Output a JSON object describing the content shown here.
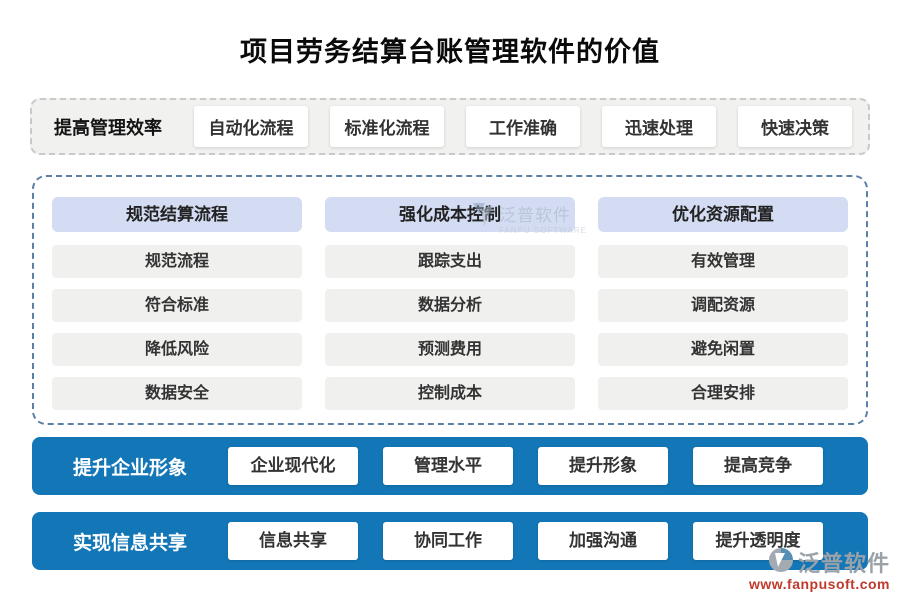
{
  "title": "项目劳务结算台账管理软件的价值",
  "efficiency_row": {
    "label": "提高管理效率",
    "items": [
      "自动化流程",
      "标准化流程",
      "工作准确",
      "迅速处理",
      "快速决策"
    ]
  },
  "columns": [
    {
      "header": "规范结算流程",
      "items": [
        "规范流程",
        "符合标准",
        "降低风险",
        "数据安全"
      ]
    },
    {
      "header": "强化成本控制",
      "items": [
        "跟踪支出",
        "数据分析",
        "预测费用",
        "控制成本"
      ]
    },
    {
      "header": "优化资源配置",
      "items": [
        "有效管理",
        "调配资源",
        "避免闲置",
        "合理安排"
      ]
    }
  ],
  "image_row": {
    "label": "提升企业形象",
    "items": [
      "企业现代化",
      "管理水平",
      "提升形象",
      "提高竞争"
    ]
  },
  "share_row": {
    "label": "实现信息共享",
    "items": [
      "信息共享",
      "协同工作",
      "加强沟通",
      "提升透明度"
    ]
  },
  "watermark_center": {
    "brand": "泛普软件",
    "brand_en": "FANPU SOFTWARE"
  },
  "watermark_corner": {
    "brand": "泛普软件",
    "url": "www.fanpusoft.com"
  },
  "colors": {
    "bar_blue": "#1377b7",
    "header_pill_blue": "#d3dcf2",
    "item_gray": "#f0f0ef",
    "row_gray_bg": "#f1f1f0",
    "dashed_border_blue": "#5b7fa6",
    "dashed_border_gray": "#c9c9c9",
    "url_red": "#c0392b"
  }
}
